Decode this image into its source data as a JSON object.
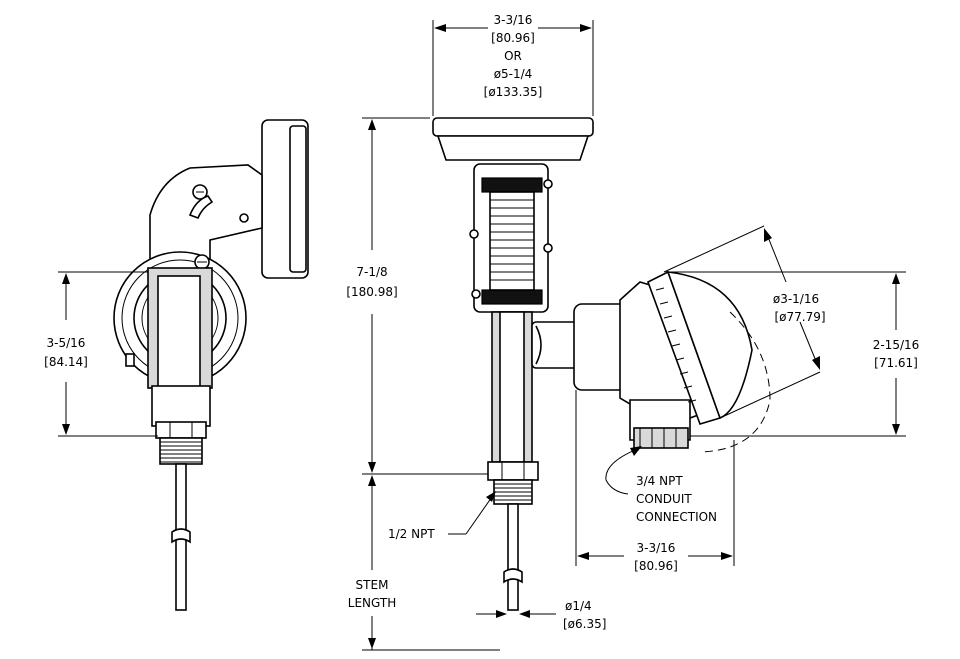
{
  "dimensions": {
    "top_width": [
      "3-3/16",
      "[80.96]",
      "OR",
      "ø5-1/4",
      "[ø133.35]"
    ],
    "left_height": [
      "3-5/16",
      "[84.14]"
    ],
    "overall_height": [
      "7-1/8",
      "[180.98]"
    ],
    "head_diameter": [
      "ø3-1/16",
      "[ø77.79]"
    ],
    "head_height": [
      "2-15/16",
      "[71.61]"
    ],
    "conduit": [
      "3/4 NPT",
      "CONDUIT",
      "CONNECTION"
    ],
    "bottom_width": [
      "3-3/16",
      "[80.96]"
    ],
    "npt": "1/2 NPT",
    "stem": [
      "STEM",
      "LENGTH"
    ],
    "stem_diameter": [
      "ø1/4",
      "[ø6.35]"
    ]
  }
}
